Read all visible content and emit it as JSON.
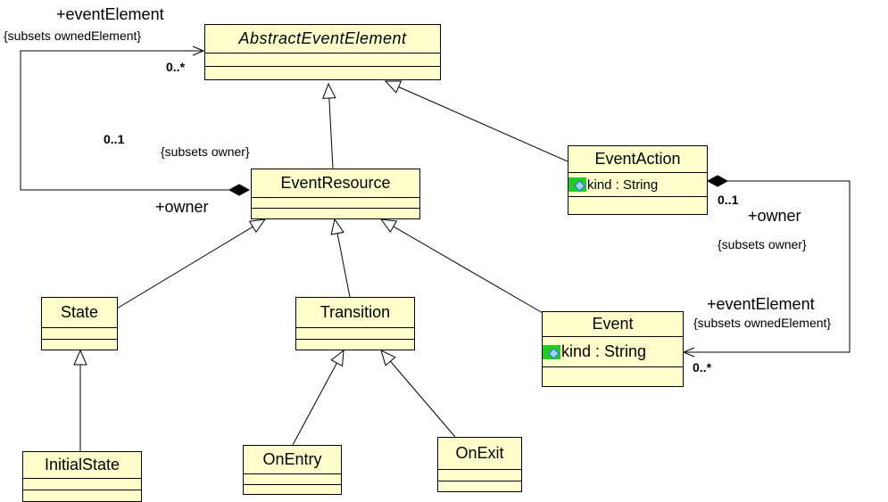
{
  "classes": {
    "abstract_event_element": {
      "name": "AbstractEventElement"
    },
    "event_resource": {
      "name": "EventResource"
    },
    "event_action": {
      "name": "EventAction",
      "attribute": "kind : String"
    },
    "state": {
      "name": "State"
    },
    "transition": {
      "name": "Transition"
    },
    "event": {
      "name": "Event",
      "attribute": "kind : String"
    },
    "initial_state": {
      "name": "InitialState"
    },
    "on_entry": {
      "name": "OnEntry"
    },
    "on_exit": {
      "name": "OnExit"
    }
  },
  "labels": {
    "left_event_element_role": "+eventElement",
    "left_event_element_constraint": "{subsets ownedElement}",
    "left_event_element_multiplicity": "0..*",
    "left_owner_multiplicity": "0..1",
    "left_owner_constraint": "{subsets owner}",
    "left_owner_role": "+owner",
    "right_owner_multiplicity": "0..1",
    "right_owner_role": "+owner",
    "right_owner_constraint": "{subsets owner}",
    "right_event_element_role": "+eventElement",
    "right_event_element_constraint": "{subsets ownedElement}",
    "right_event_element_multiplicity": "0..*"
  },
  "colors": {
    "class_fill": "#ffffcc",
    "attribute_icon": "#22cc22",
    "line": "#000000"
  }
}
